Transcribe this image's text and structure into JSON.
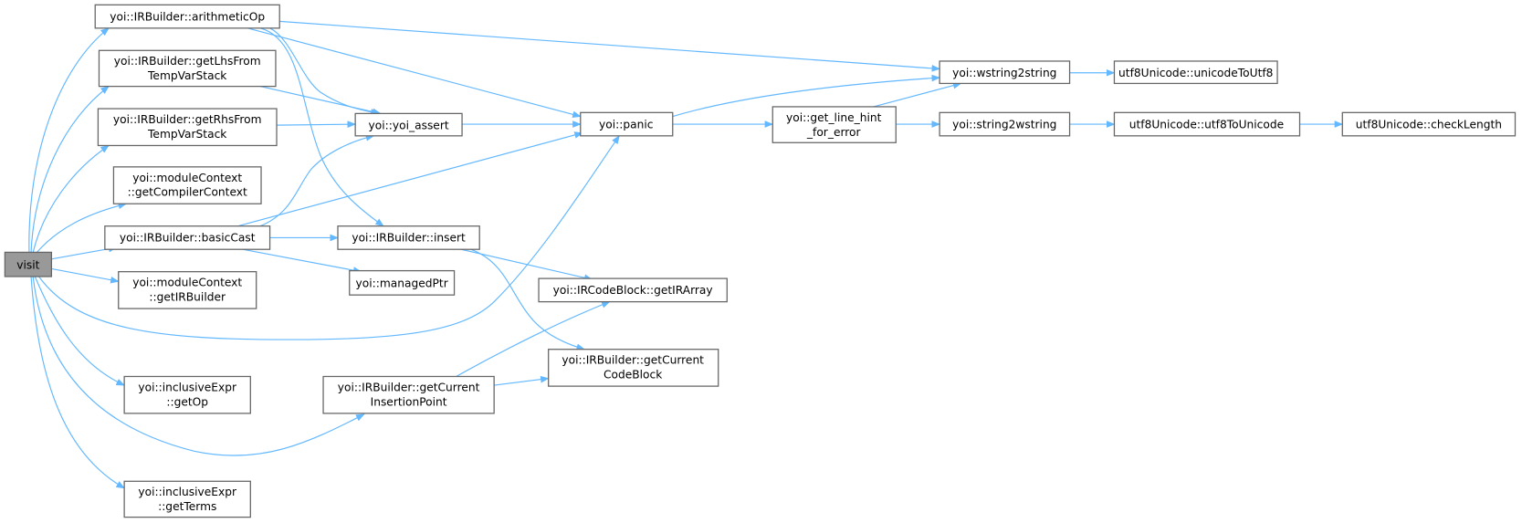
{
  "colors": {
    "edge": "#63b8ff",
    "root_fill": "#999999",
    "node_border": "#666666"
  },
  "nodes": {
    "visit": [
      "visit"
    ],
    "arithmeticOp": [
      "yoi::IRBuilder::arithmeticOp"
    ],
    "getLhs": [
      "yoi::IRBuilder::getLhsFrom",
      "TempVarStack"
    ],
    "getRhs": [
      "yoi::IRBuilder::getRhsFrom",
      "TempVarStack"
    ],
    "getCompilerContext": [
      "yoi::moduleContext",
      "::getCompilerContext"
    ],
    "basicCast": [
      "yoi::IRBuilder::basicCast"
    ],
    "getIRBuilder": [
      "yoi::moduleContext",
      "::getIRBuilder"
    ],
    "getOp": [
      "yoi::inclusiveExpr",
      "::getOp"
    ],
    "getTerms": [
      "yoi::inclusiveExpr",
      "::getTerms"
    ],
    "yoiAssert": [
      "yoi::yoi_assert"
    ],
    "insert": [
      "yoi::IRBuilder::insert"
    ],
    "managedPtr": [
      "yoi::managedPtr"
    ],
    "getCurrentInsertionPoint": [
      "yoi::IRBuilder::getCurrent",
      "InsertionPoint"
    ],
    "panic": [
      "yoi::panic"
    ],
    "getIRArray": [
      "yoi::IRCodeBlock::getIRArray"
    ],
    "getCurrentCodeBlock": [
      "yoi::IRBuilder::getCurrent",
      "CodeBlock"
    ],
    "getLineHint": [
      "yoi::get_line_hint",
      "_for_error"
    ],
    "wstring2string": [
      "yoi::wstring2string"
    ],
    "string2wstring": [
      "yoi::string2wstring"
    ],
    "unicodeToUtf8": [
      "utf8Unicode::unicodeToUtf8"
    ],
    "utf8ToUnicode": [
      "utf8Unicode::utf8ToUnicode"
    ],
    "checkLength": [
      "utf8Unicode::checkLength"
    ]
  },
  "edges": [
    [
      "visit",
      "arithmeticOp"
    ],
    [
      "visit",
      "getLhs"
    ],
    [
      "visit",
      "getRhs"
    ],
    [
      "visit",
      "getCompilerContext"
    ],
    [
      "visit",
      "basicCast"
    ],
    [
      "visit",
      "getIRBuilder"
    ],
    [
      "visit",
      "panic"
    ],
    [
      "visit",
      "getOp"
    ],
    [
      "visit",
      "getCurrentInsertionPoint"
    ],
    [
      "visit",
      "getTerms"
    ],
    [
      "arithmeticOp",
      "wstring2string"
    ],
    [
      "arithmeticOp",
      "panic"
    ],
    [
      "arithmeticOp",
      "yoiAssert"
    ],
    [
      "arithmeticOp",
      "insert"
    ],
    [
      "getLhs",
      "yoiAssert"
    ],
    [
      "getRhs",
      "yoiAssert"
    ],
    [
      "basicCast",
      "yoiAssert"
    ],
    [
      "basicCast",
      "panic"
    ],
    [
      "basicCast",
      "insert"
    ],
    [
      "basicCast",
      "managedPtr"
    ],
    [
      "yoiAssert",
      "panic"
    ],
    [
      "insert",
      "getIRArray"
    ],
    [
      "insert",
      "getCurrentCodeBlock"
    ],
    [
      "getCurrentInsertionPoint",
      "getIRArray"
    ],
    [
      "getCurrentInsertionPoint",
      "getCurrentCodeBlock"
    ],
    [
      "panic",
      "wstring2string"
    ],
    [
      "panic",
      "getLineHint"
    ],
    [
      "getLineHint",
      "wstring2string"
    ],
    [
      "getLineHint",
      "string2wstring"
    ],
    [
      "wstring2string",
      "unicodeToUtf8"
    ],
    [
      "string2wstring",
      "utf8ToUnicode"
    ],
    [
      "utf8ToUnicode",
      "checkLength"
    ]
  ]
}
